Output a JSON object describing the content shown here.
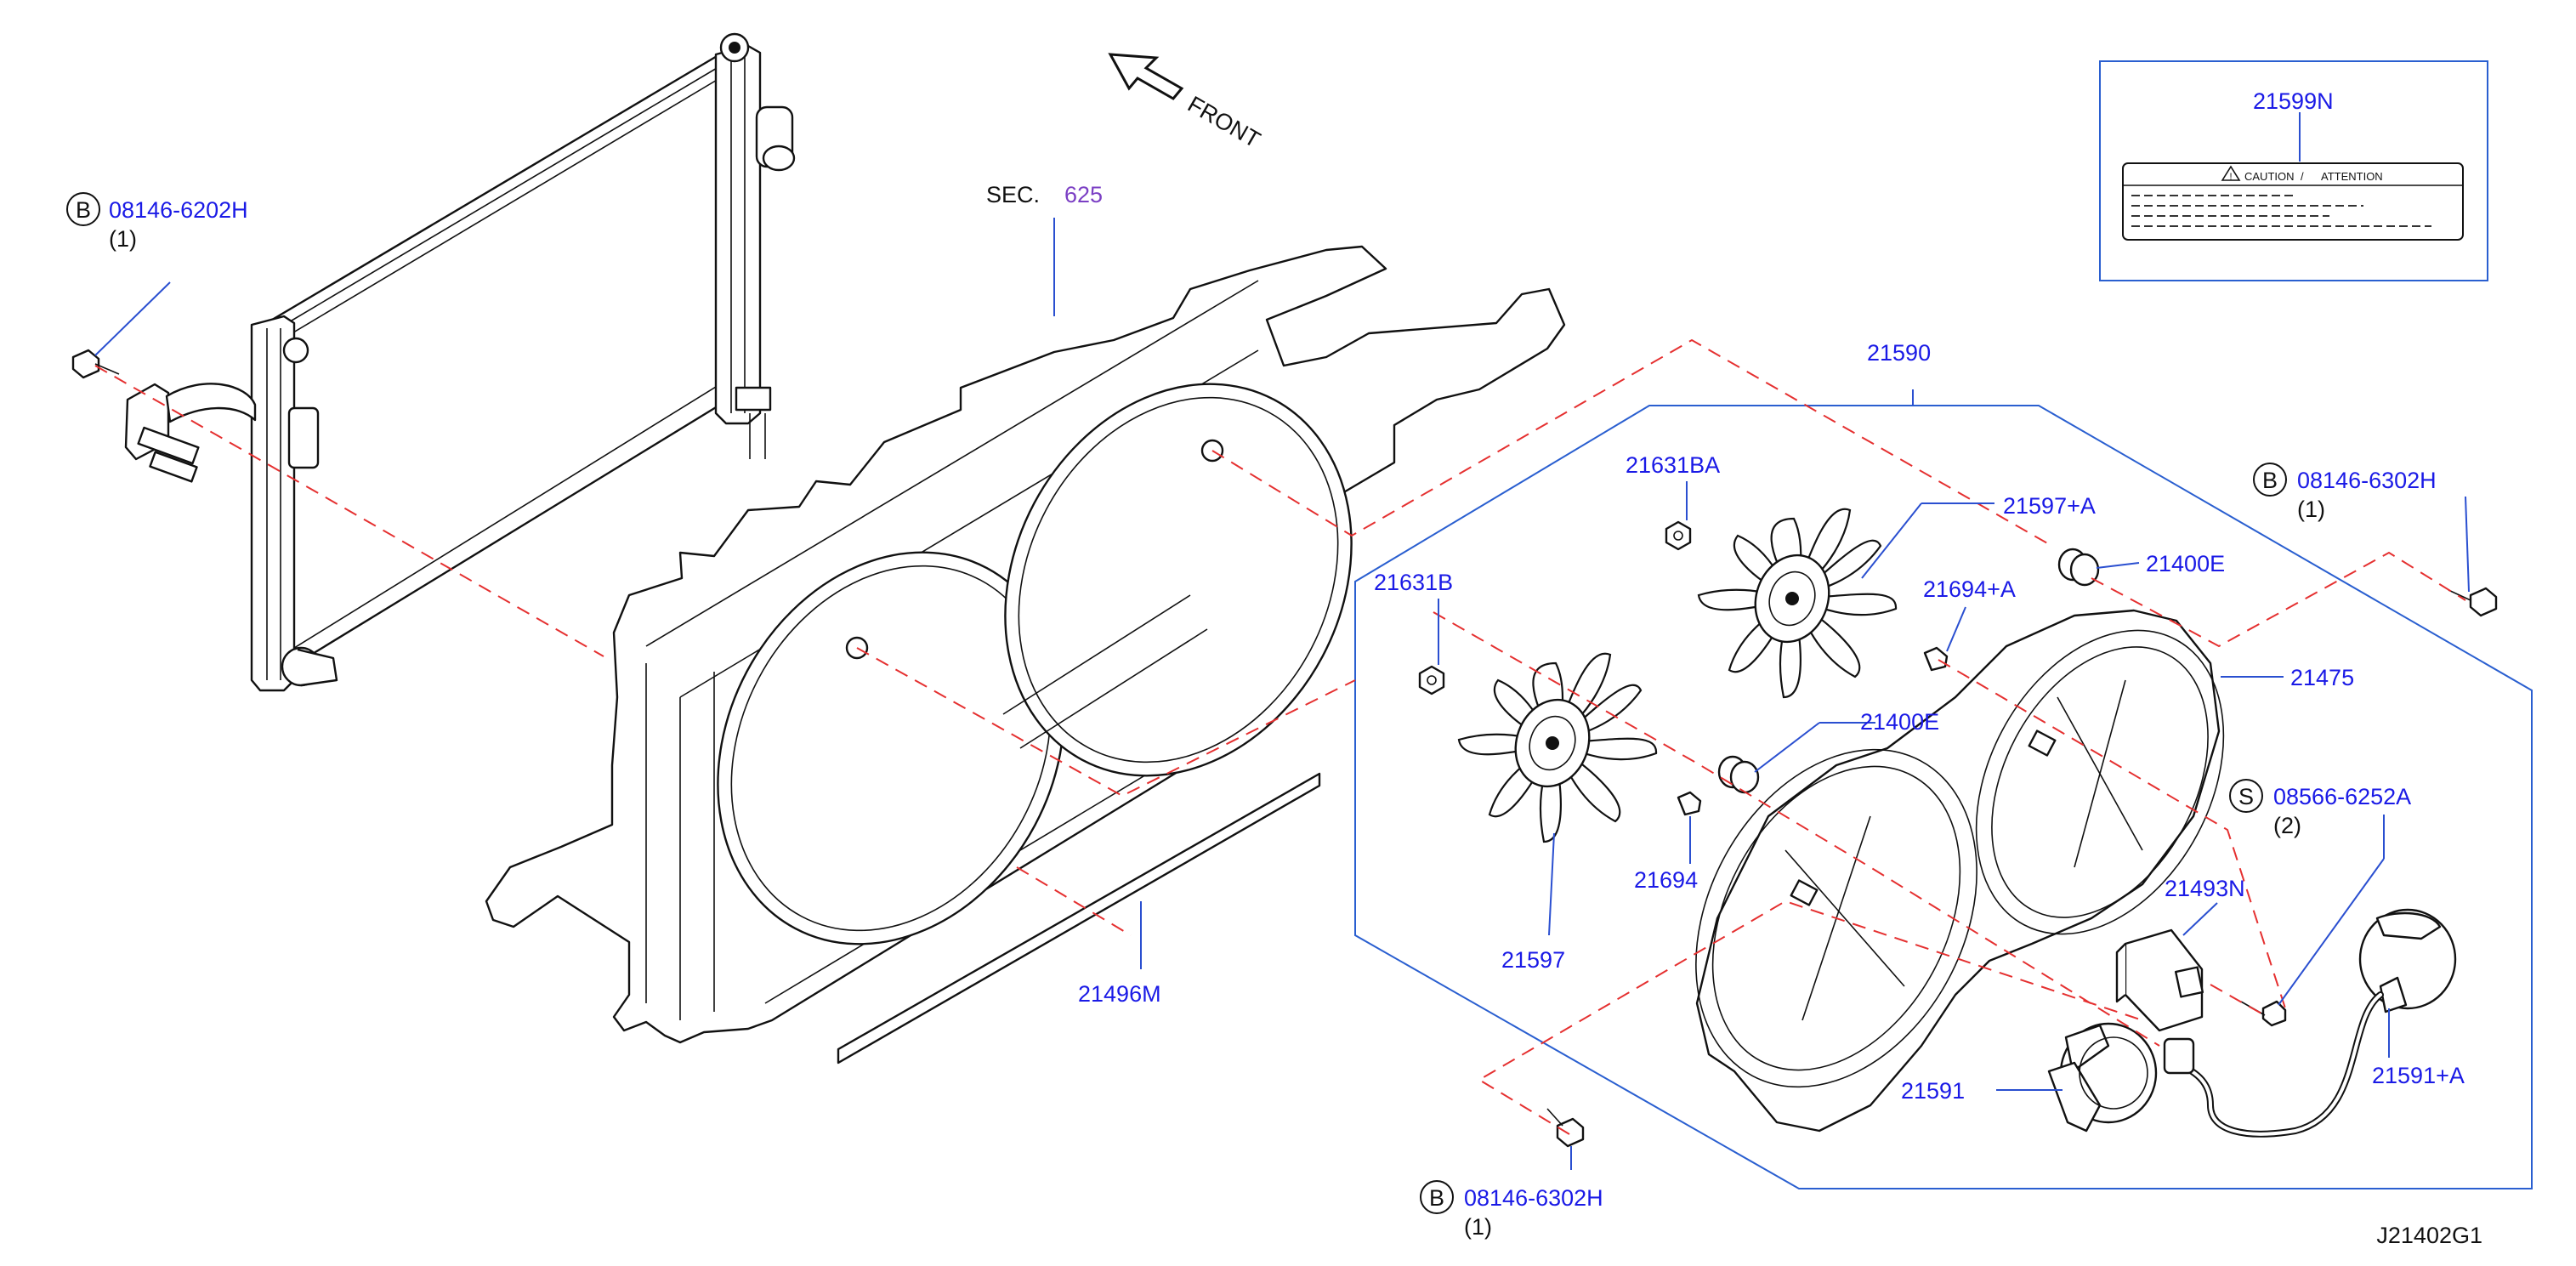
{
  "diagram_id": "J21402G1",
  "direction_label": "FRONT",
  "section_ref": {
    "prefix": "SEC.",
    "number": "625"
  },
  "caption_label": {
    "part_number": "21599N",
    "caution_word": "CAUTION",
    "separator": "/",
    "attention_word": "ATTENTION"
  },
  "callouts": {
    "bolt_top_left": {
      "badge": "B",
      "part_number": "08146-6202H",
      "qty": "(1)"
    },
    "bolt_right": {
      "badge": "B",
      "part_number": "08146-6302H",
      "qty": "(1)"
    },
    "bolt_bottom": {
      "badge": "B",
      "part_number": "08146-6302H",
      "qty": "(1)"
    },
    "screw_right": {
      "badge": "S",
      "part_number": "08566-6252A",
      "qty": "(2)"
    }
  },
  "parts": {
    "fan_assembly": "21590",
    "fan_nut_a": "21631BA",
    "fan_a": "21597+A",
    "grommet_top": "21400E",
    "clip_a": "21694+A",
    "shroud_a": "21475",
    "fan_nut": "21631B",
    "grommet_mid": "21400E",
    "clip": "21694",
    "fan": "21597",
    "seal_strip": "21496M",
    "resistor": "21493N",
    "motor": "21591",
    "motor_a": "21591+A"
  }
}
